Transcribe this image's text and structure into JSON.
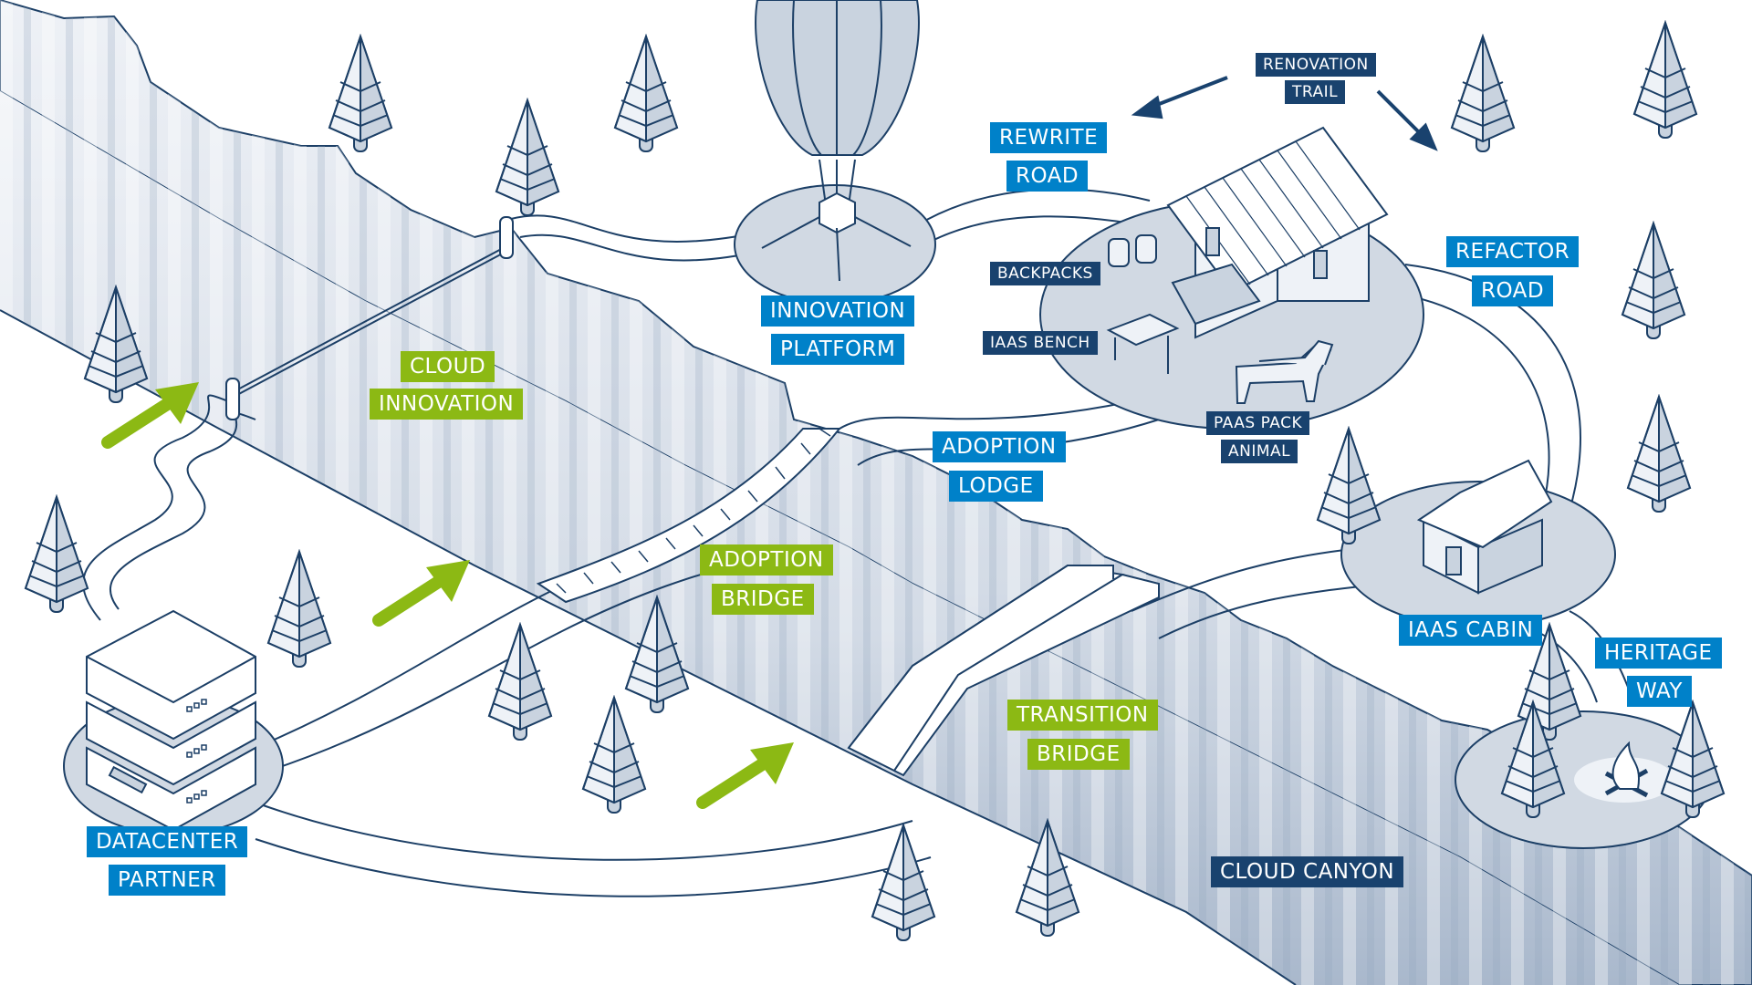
{
  "colors": {
    "primary_label": "#0081c9",
    "accent_label": "#8cb914",
    "secondary_label": "#19426e",
    "outline": "#1c3f66",
    "ground_fill": "#d1d9e3",
    "cliff_fill": "#c5cfdc"
  },
  "labels": {
    "renovation": "RENOVATION",
    "trail": "TRAIL",
    "rewrite": "REWRITE",
    "rewrite_road": "ROAD",
    "refactor": "REFACTOR",
    "refactor_road": "ROAD",
    "innovation": "INNOVATION",
    "platform": "PLATFORM",
    "backpacks": "BACKPACKS",
    "iaas_bench": "IAAS BENCH",
    "paas_pack": "PAAS PACK",
    "animal": "ANIMAL",
    "cloud": "CLOUD",
    "cloud_innovation": "INNOVATION",
    "adoption": "ADOPTION",
    "lodge": "LODGE",
    "adoption_bridge_1": "ADOPTION",
    "adoption_bridge_2": "BRIDGE",
    "iaas_cabin": "IAAS CABIN",
    "heritage": "HERITAGE",
    "way": "WAY",
    "transition": "TRANSITION",
    "transition_bridge": "BRIDGE",
    "datacenter": "DATACENTER",
    "partner": "PARTNER",
    "cloud_canyon": "CLOUD CANYON"
  },
  "icons": {
    "tree": "pine-tree-icon",
    "arrow": "progress-arrow-icon",
    "balloon": "hot-air-balloon-icon",
    "datacenter": "server-stack-icon",
    "lodge": "lodge-house-icon",
    "cabin": "cabin-icon",
    "campfire": "campfire-icon",
    "bench": "bench-icon",
    "backpacks": "backpack-icon",
    "pack_animal": "donkey-icon"
  }
}
